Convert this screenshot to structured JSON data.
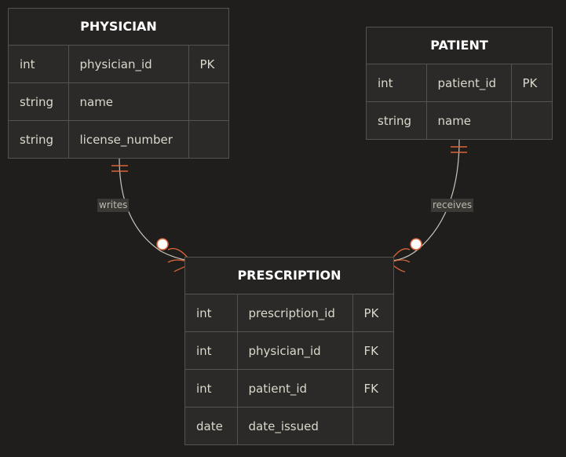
{
  "entities": {
    "physician": {
      "name": "PHYSICIAN",
      "attributes": [
        {
          "type": "int",
          "name": "physician_id",
          "key": "PK"
        },
        {
          "type": "string",
          "name": "name",
          "key": ""
        },
        {
          "type": "string",
          "name": "license_number",
          "key": ""
        }
      ]
    },
    "patient": {
      "name": "PATIENT",
      "attributes": [
        {
          "type": "int",
          "name": "patient_id",
          "key": "PK"
        },
        {
          "type": "string",
          "name": "name",
          "key": ""
        }
      ]
    },
    "prescription": {
      "name": "PRESCRIPTION",
      "attributes": [
        {
          "type": "int",
          "name": "prescription_id",
          "key": "PK"
        },
        {
          "type": "int",
          "name": "physician_id",
          "key": "FK"
        },
        {
          "type": "int",
          "name": "patient_id",
          "key": "FK"
        },
        {
          "type": "date",
          "name": "date_issued",
          "key": ""
        }
      ]
    }
  },
  "relationships": [
    {
      "label": "writes",
      "from": "PHYSICIAN",
      "to": "PRESCRIPTION",
      "from_cardinality": "exactly-one",
      "to_cardinality": "zero-or-many"
    },
    {
      "label": "receives",
      "from": "PATIENT",
      "to": "PRESCRIPTION",
      "from_cardinality": "exactly-one",
      "to_cardinality": "zero-or-many"
    }
  ],
  "colors": {
    "background": "#1f1e1c",
    "line": "#c9c5b9",
    "cardinality": "#d9653b"
  }
}
